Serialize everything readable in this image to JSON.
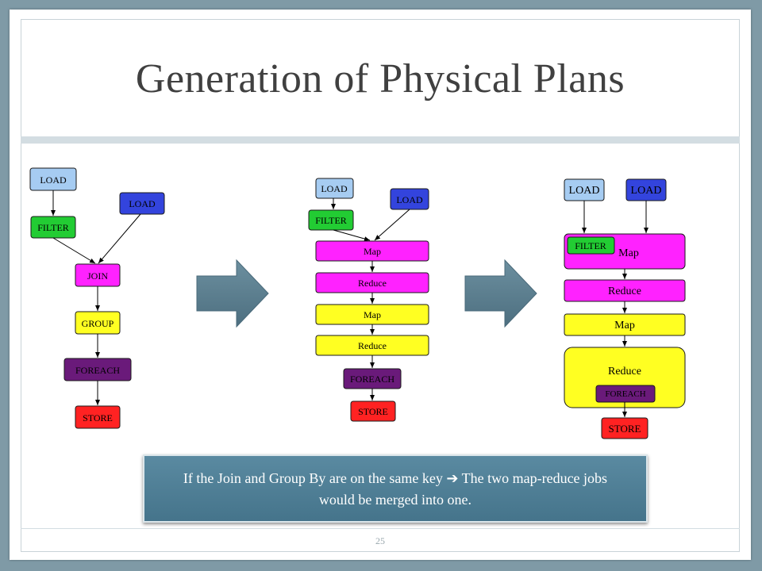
{
  "slide": {
    "title": "Generation of Physical Plans",
    "page_number": "25"
  },
  "colors": {
    "load_light": "#a6ccf2",
    "load_dark": "#3344dd",
    "filter": "#22cc33",
    "map_reduce_magenta": "#ff22ff",
    "map_reduce_yellow": "#ffff22",
    "foreach": "#6a1a7a",
    "store": "#ff2222",
    "arrow_shape": "#5b7e8f"
  },
  "diagram1": {
    "load1": "LOAD",
    "load2": "LOAD",
    "filter": "FILTER",
    "join": "JOIN",
    "group": "GROUP",
    "foreach": "FOREACH",
    "store": "STORE"
  },
  "diagram2": {
    "load1": "LOAD",
    "load2": "LOAD",
    "filter": "FILTER",
    "map1": "Map",
    "reduce1": "Reduce",
    "map2": "Map",
    "reduce2": "Reduce",
    "foreach": "FOREACH",
    "store": "STORE"
  },
  "diagram3": {
    "load1": "LOAD",
    "load2": "LOAD",
    "filter": "FILTER",
    "map1": "Map",
    "reduce1": "Reduce",
    "map2": "Map",
    "reduce2": "Reduce",
    "foreach": "FOREACH",
    "store": "STORE"
  },
  "callout": {
    "text_before": "If the Join and Group By are on the same key ",
    "arrow": "➔",
    "text_after": " The two map-reduce jobs would be merged into one."
  }
}
